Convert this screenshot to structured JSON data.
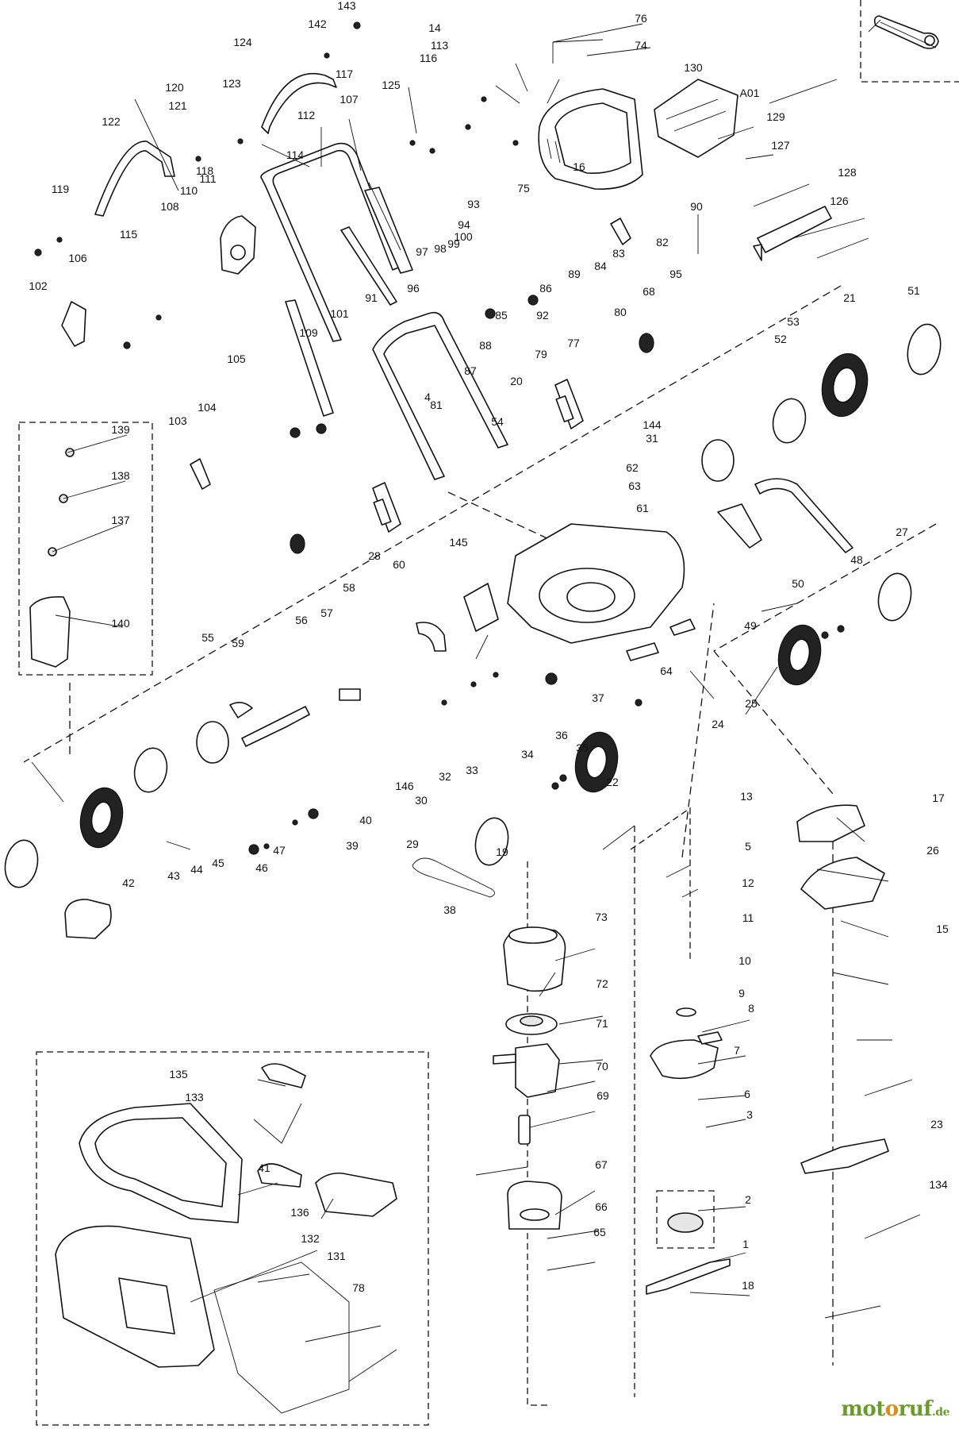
{
  "diagram": {
    "labels": [
      "143",
      "142",
      "14",
      "76",
      "74",
      "A01",
      "124",
      "117",
      "116",
      "113",
      "130",
      "129",
      "127",
      "121",
      "120",
      "123",
      "125",
      "107",
      "112",
      "114",
      "128",
      "126",
      "122",
      "118",
      "110",
      "111",
      "16",
      "75",
      "93",
      "94",
      "99",
      "100",
      "90",
      "119",
      "97",
      "98",
      "96",
      "82",
      "83",
      "84",
      "89",
      "86",
      "115",
      "108",
      "106",
      "92",
      "85",
      "95",
      "102",
      "101",
      "109",
      "105",
      "91",
      "88",
      "87",
      "80",
      "68",
      "81",
      "4",
      "79",
      "77",
      "20",
      "51",
      "21",
      "52",
      "53",
      "104",
      "103",
      "139",
      "138",
      "137",
      "140",
      "144",
      "31",
      "62",
      "63",
      "61",
      "54",
      "50",
      "49",
      "48",
      "27",
      "145",
      "60",
      "28",
      "58",
      "57",
      "56",
      "55",
      "59",
      "64",
      "25",
      "24",
      "35",
      "37",
      "36",
      "34",
      "33",
      "32",
      "30",
      "29",
      "146",
      "39",
      "40",
      "47",
      "46",
      "45",
      "44",
      "43",
      "42",
      "22",
      "19",
      "38",
      "73",
      "72",
      "71",
      "70",
      "69",
      "67",
      "66",
      "65",
      "13",
      "5",
      "12",
      "11",
      "10",
      "9",
      "8",
      "7",
      "6",
      "3",
      "2",
      "1",
      "18",
      "17",
      "26",
      "15",
      "23",
      "134",
      "135",
      "133",
      "41",
      "136",
      "132",
      "131",
      "78"
    ]
  },
  "watermark": {
    "main": "mot",
    "accent": "o",
    "rest": "ruf",
    "tld": ".de"
  },
  "colors": {
    "ink": "#111111",
    "watermark_green": "#6a9b2c",
    "watermark_orange": "#e08a1c"
  }
}
